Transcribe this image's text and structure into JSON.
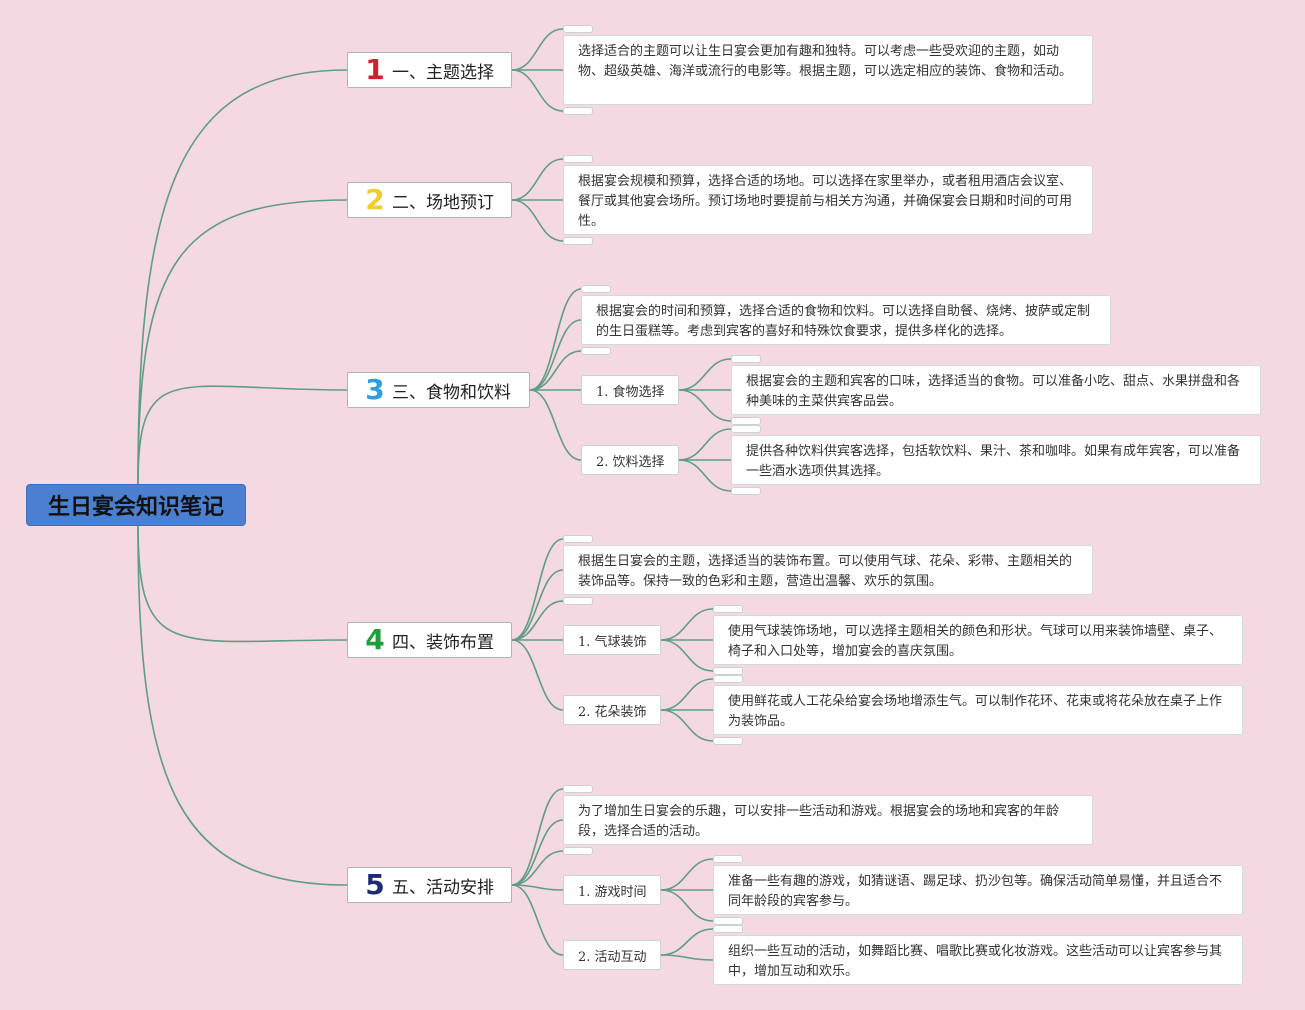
{
  "root": {
    "label": "生日宴会知识笔记"
  },
  "colors": {
    "background": "#f5d9e2",
    "root_fill": "#4a80cf",
    "link": "#5f9d83",
    "num1": "#d21f2d",
    "num2": "#f2cc2a",
    "num3": "#2f9ee0",
    "num4": "#1e9e3c",
    "num5": "#1c2a78"
  },
  "branches": [
    {
      "num": "1",
      "label": "一、主题选择",
      "desc": "选择适合的主题可以让生日宴会更加有趣和独特。可以考虑一些受欢迎的主题，如动物、超级英雄、海洋或流行的电影等。根据主题，可以选定相应的装饰、食物和活动。",
      "children": []
    },
    {
      "num": "2",
      "label": "二、场地预订",
      "desc": "根据宴会规模和预算，选择合适的场地。可以选择在家里举办，或者租用酒店会议室、餐厅或其他宴会场所。预订场地时要提前与相关方沟通，并确保宴会日期和时间的可用性。",
      "children": []
    },
    {
      "num": "3",
      "label": "三、食物和饮料",
      "desc": "根据宴会的时间和预算，选择合适的食物和饮料。可以选择自助餐、烧烤、披萨或定制的生日蛋糕等。考虑到宾客的喜好和特殊饮食要求，提供多样化的选择。",
      "children": [
        {
          "label": "1. 食物选择",
          "desc": "根据宴会的主题和宾客的口味，选择适当的食物。可以准备小吃、甜点、水果拼盘和各种美味的主菜供宾客品尝。"
        },
        {
          "label": "2. 饮料选择",
          "desc": "提供各种饮料供宾客选择，包括软饮料、果汁、茶和咖啡。如果有成年宾客，可以准备一些酒水选项供其选择。"
        }
      ]
    },
    {
      "num": "4",
      "label": "四、装饰布置",
      "desc": "根据生日宴会的主题，选择适当的装饰布置。可以使用气球、花朵、彩带、主题相关的装饰品等。保持一致的色彩和主题，营造出温馨、欢乐的氛围。",
      "children": [
        {
          "label": "1. 气球装饰",
          "desc": "使用气球装饰场地，可以选择主题相关的颜色和形状。气球可以用来装饰墙壁、桌子、椅子和入口处等，增加宴会的喜庆氛围。"
        },
        {
          "label": "2. 花朵装饰",
          "desc": "使用鲜花或人工花朵给宴会场地增添生气。可以制作花环、花束或将花朵放在桌子上作为装饰品。"
        }
      ]
    },
    {
      "num": "5",
      "label": "五、活动安排",
      "desc": "为了增加生日宴会的乐趣，可以安排一些活动和游戏。根据宴会的场地和宾客的年龄段，选择合适的活动。",
      "children": [
        {
          "label": "1. 游戏时间",
          "desc": "准备一些有趣的游戏，如猜谜语、踢足球、扔沙包等。确保活动简单易懂，并且适合不同年龄段的宾客参与。"
        },
        {
          "label": "2. 活动互动",
          "desc": "组织一些互动的活动，如舞蹈比赛、唱歌比赛或化妆游戏。这些活动可以让宾客参与其中，增加互动和欢乐。"
        }
      ]
    }
  ]
}
